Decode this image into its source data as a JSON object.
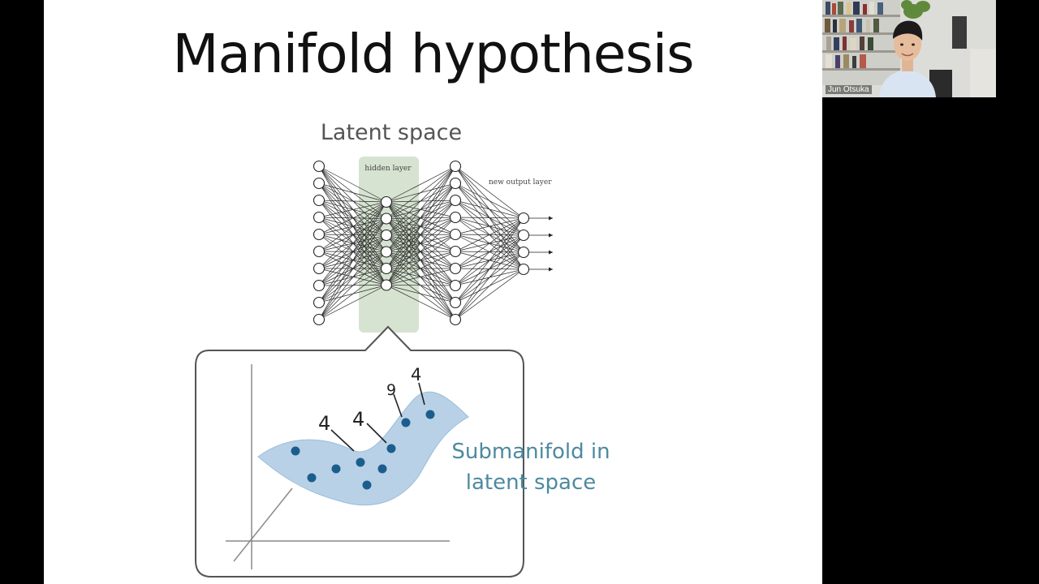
{
  "slide": {
    "title": "Manifold hypothesis",
    "latent_label": "Latent space",
    "hidden_layer_label": "hidden layer",
    "output_layer_label": "new output layer",
    "submanifold_line1": "Submanifold in",
    "submanifold_line2": "latent space",
    "digit_annotations": [
      "4",
      "4",
      "9",
      "4"
    ]
  },
  "video": {
    "participant_name": "Jun Otsuka"
  },
  "colors": {
    "highlight_green": "#d6e3d0",
    "manifold_fill": "#b9d1e6",
    "point_blue": "#1b5e8e",
    "submanifold_text": "#4d8aa0"
  },
  "network": {
    "input_neurons": 10,
    "hidden_neurons": 6,
    "third_layer_neurons": 10,
    "output_neurons": 4
  }
}
